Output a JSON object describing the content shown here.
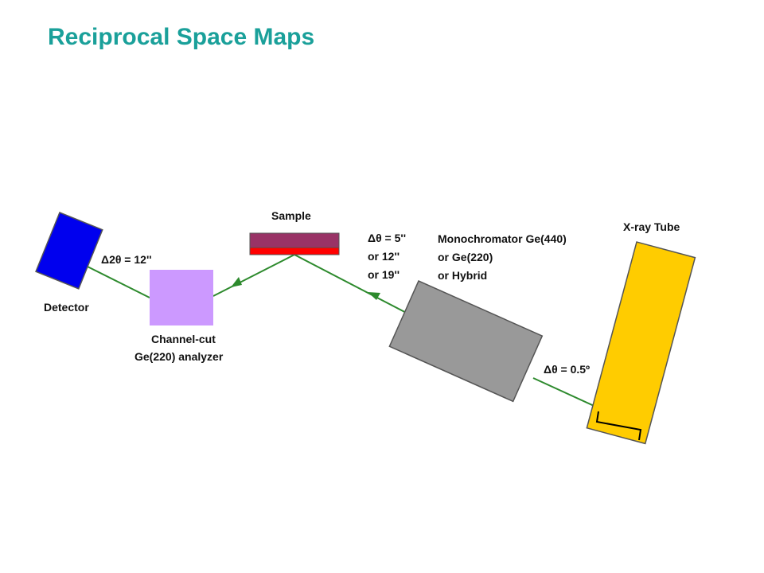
{
  "title": "Reciprocal Space Maps",
  "colors": {
    "title": "#1aa09a",
    "beam": "#2d8a2d",
    "detector": "#0000ee",
    "analyzer": "#cc99ff",
    "sample_top": "#993366",
    "sample_bottom": "#ff0000",
    "monochromator": "#999999",
    "xray_tube": "#ffcc00",
    "outline": "#555555"
  },
  "components": {
    "detector": "Detector",
    "analyzer_line1": "Channel-cut",
    "analyzer_line2": "Ge(220) analyzer",
    "sample": "Sample",
    "monochromator_line1": "Monochromator Ge(440)",
    "monochromator_line2": "or Ge(220)",
    "monochromator_line3": "or Hybrid",
    "xray_tube": "X-ray Tube"
  },
  "annotations": {
    "detector_acceptance": "Δ2θ = 12''",
    "mono_divergence_line1": "Δθ = 5''",
    "mono_divergence_line2": "or 12''",
    "mono_divergence_line3": "or 19''",
    "source_divergence": "Δθ = 0.5º"
  }
}
